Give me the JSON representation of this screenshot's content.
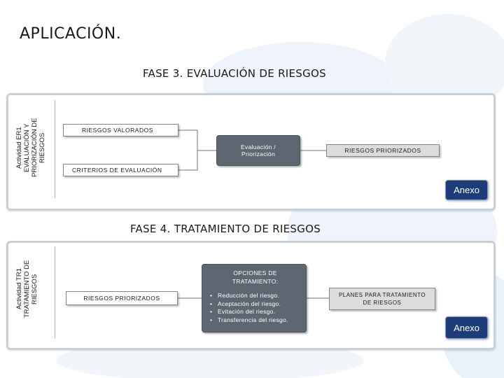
{
  "title": "APLICACIÓN.",
  "colors": {
    "anexo_button": "#1e3d78",
    "process_box": "#5e6771",
    "panel_border": "#c9cfd6"
  },
  "phase3": {
    "title": "FASE 3. EVALUACIÓN DE RIESGOS",
    "activity_label_lines": [
      "Actividad ER1",
      "EVALUACIÓN Y",
      "PRIORIZACIÓN DE",
      "RIESGOS"
    ],
    "input_top": "RIESGOS VALORADOS",
    "input_bottom": "CRITERIOS DE EVALUACIÓN",
    "process_lines": [
      "Evaluación /",
      "Priorización"
    ],
    "output": "RIESGOS PRIORIZADOS",
    "anexo_label": "Anexo"
  },
  "phase4": {
    "title": "FASE 4. TRATAMIENTO DE RIESGOS",
    "activity_label_lines": [
      "Actividad TR1",
      "TRATAMIENTO DE",
      "RIESGOS"
    ],
    "input": "RIESGOS PRIORIZADOS",
    "process_title_lines": [
      "OPCIONES DE",
      "TRATAMIENTO:"
    ],
    "options": [
      "Reducción del riesgo.",
      "Aceptación del riesgo.",
      "Evitación del riesgo.",
      "Transferencia del riesgo."
    ],
    "output_lines": [
      "PLANES PARA TRATAMIENTO",
      "DE RIESGOS"
    ],
    "anexo_label": "Anexo"
  }
}
